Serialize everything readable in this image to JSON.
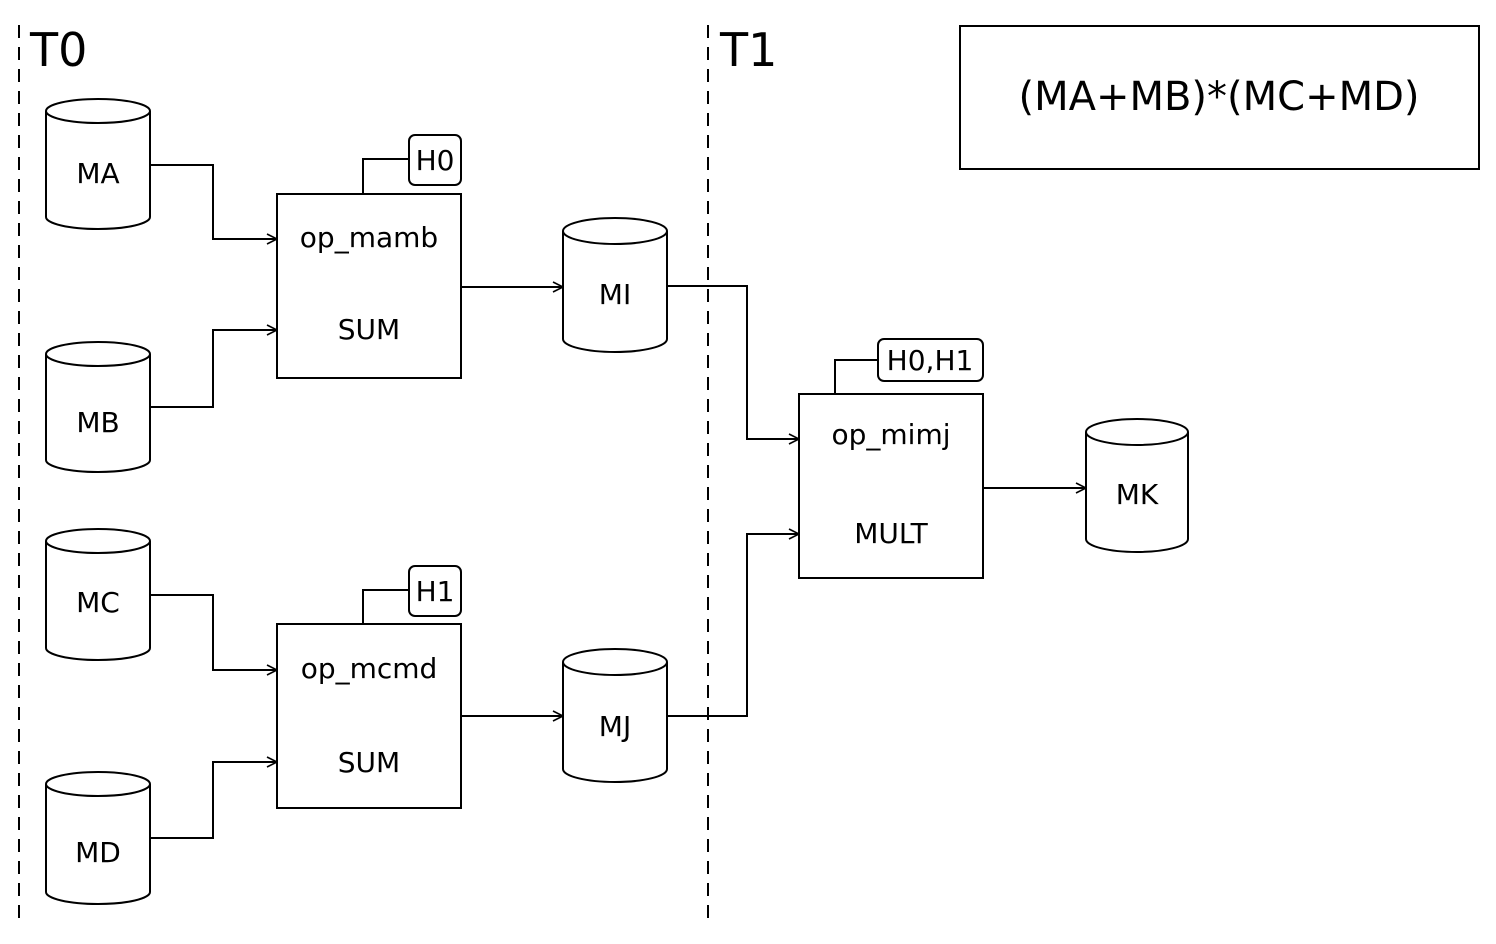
{
  "phases": [
    {
      "id": "t0",
      "label": "T0"
    },
    {
      "id": "t1",
      "label": "T1"
    }
  ],
  "formula": "(MA+MB)*(MC+MD)",
  "matrices": {
    "ma": "MA",
    "mb": "MB",
    "mc": "MC",
    "md": "MD",
    "mi": "MI",
    "mj": "MJ",
    "mk": "MK"
  },
  "operations": {
    "op_mamb": {
      "name": "op_mamb",
      "kind": "SUM",
      "tag": "H0"
    },
    "op_mcmd": {
      "name": "op_mcmd",
      "kind": "SUM",
      "tag": "H1"
    },
    "op_mimj": {
      "name": "op_mimj",
      "kind": "MULT",
      "tag": "H0,H1"
    }
  },
  "edges": [
    {
      "from": "MA",
      "to": "op_mamb"
    },
    {
      "from": "MB",
      "to": "op_mamb"
    },
    {
      "from": "op_mamb",
      "to": "MI"
    },
    {
      "from": "MC",
      "to": "op_mcmd"
    },
    {
      "from": "MD",
      "to": "op_mcmd"
    },
    {
      "from": "op_mcmd",
      "to": "MJ"
    },
    {
      "from": "MI",
      "to": "op_mimj"
    },
    {
      "from": "MJ",
      "to": "op_mimj"
    },
    {
      "from": "op_mimj",
      "to": "MK"
    }
  ],
  "colors": {
    "stroke": "#000000",
    "background": "#ffffff"
  }
}
